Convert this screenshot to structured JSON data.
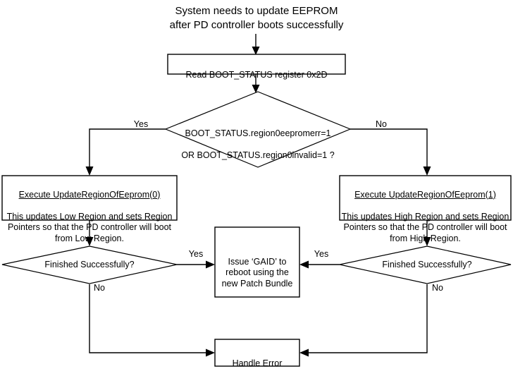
{
  "diagram": {
    "type": "flowchart",
    "title": "System needs to update EEPROM\nafter PD controller boots successfully",
    "nodes": {
      "read_boot_status": {
        "shape": "process",
        "label": "Read BOOT_STATUS register 0x2D"
      },
      "check_region0": {
        "shape": "decision",
        "line1": "BOOT_STATUS.region0eepromerr=1",
        "line2": "OR BOOT_STATUS.region0invalid=1 ?"
      },
      "update_low_region": {
        "shape": "process",
        "heading": "Execute UpdateRegionOfEeprom(0)",
        "body": "This updates Low Region and sets Region Pointers so that the PD controller will boot from Low Region."
      },
      "update_high_region": {
        "shape": "process",
        "heading": "Execute UpdateRegionOfEeprom(1)",
        "body": "This updates High Region and sets Region Pointers so that the PD controller will boot from High Region."
      },
      "finished_left": {
        "shape": "decision",
        "label": "Finished Successfully?"
      },
      "finished_right": {
        "shape": "decision",
        "label": "Finished Successfully?"
      },
      "issue_gaid": {
        "shape": "process",
        "label": "Issue ‘GAID’ to\nreboot using the\nnew Patch Bundle"
      },
      "handle_error": {
        "shape": "process",
        "label": "Handle Error"
      }
    },
    "edge_labels": {
      "decision_yes": "Yes",
      "decision_no": "No",
      "finished_left_yes": "Yes",
      "finished_left_no": "No",
      "finished_right_yes": "Yes",
      "finished_right_no": "No"
    },
    "colors": {
      "stroke": "#000000",
      "fill": "#ffffff",
      "text": "#000000"
    }
  }
}
